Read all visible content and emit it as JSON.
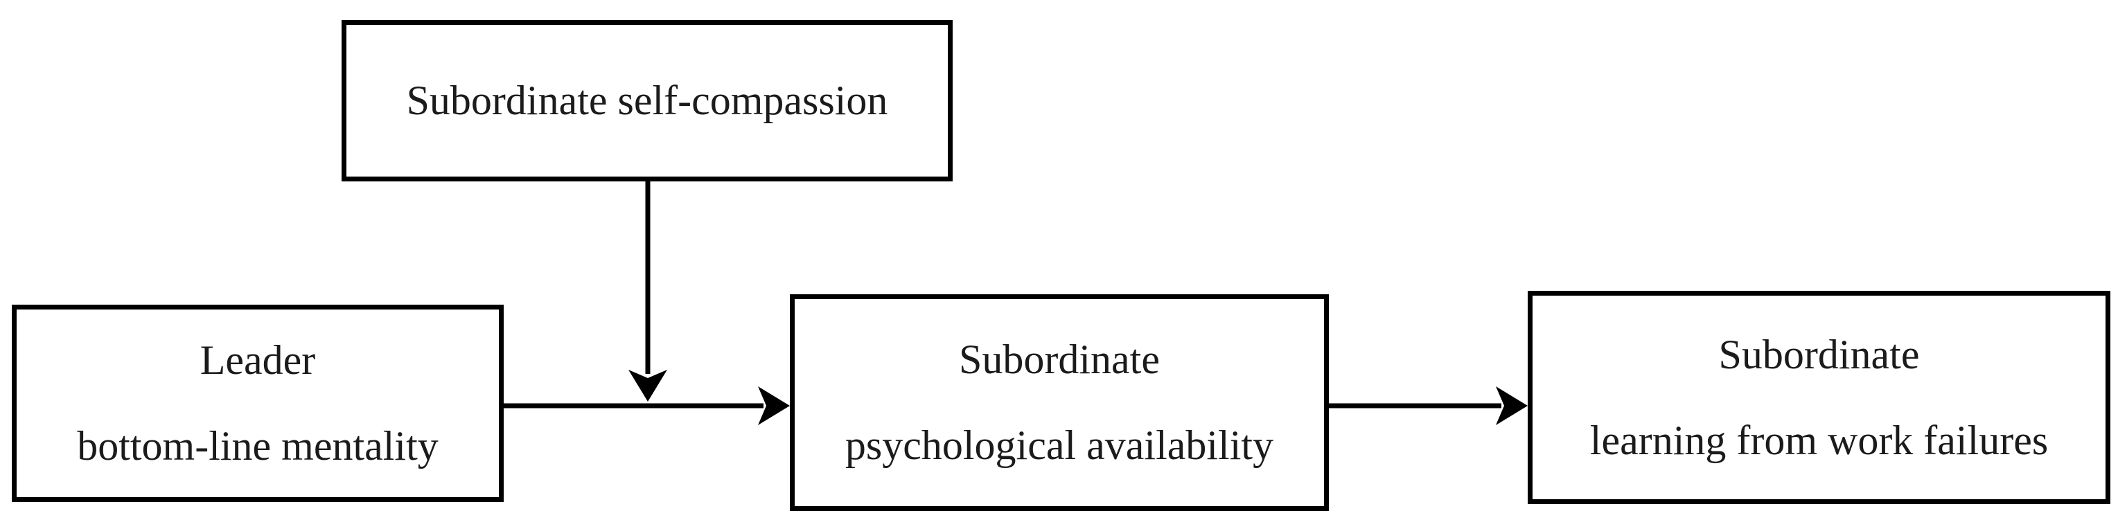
{
  "figure": {
    "type": "conceptual-model-diagram",
    "background_color": "#ffffff",
    "line_color": "#000000",
    "text_color": "#1b1b1b"
  },
  "nodes": {
    "moderator": {
      "lines": [
        "Subordinate self-compassion"
      ]
    },
    "antecedent": {
      "lines": [
        "Leader",
        "bottom-line mentality"
      ]
    },
    "mediator": {
      "lines": [
        "Subordinate",
        "psychological availability"
      ]
    },
    "outcome": {
      "lines": [
        "Subordinate",
        "learning from work failures"
      ]
    }
  },
  "edges": [
    {
      "from": "Leader bottom-line mentality",
      "to": "Subordinate psychological availability",
      "type": "direct-arrow"
    },
    {
      "from": "Subordinate self-compassion",
      "to": "path: Leader bottom-line mentality -> Subordinate psychological availability",
      "type": "moderation-arrow"
    },
    {
      "from": "Subordinate psychological availability",
      "to": "Subordinate learning from work failures",
      "type": "direct-arrow"
    }
  ]
}
